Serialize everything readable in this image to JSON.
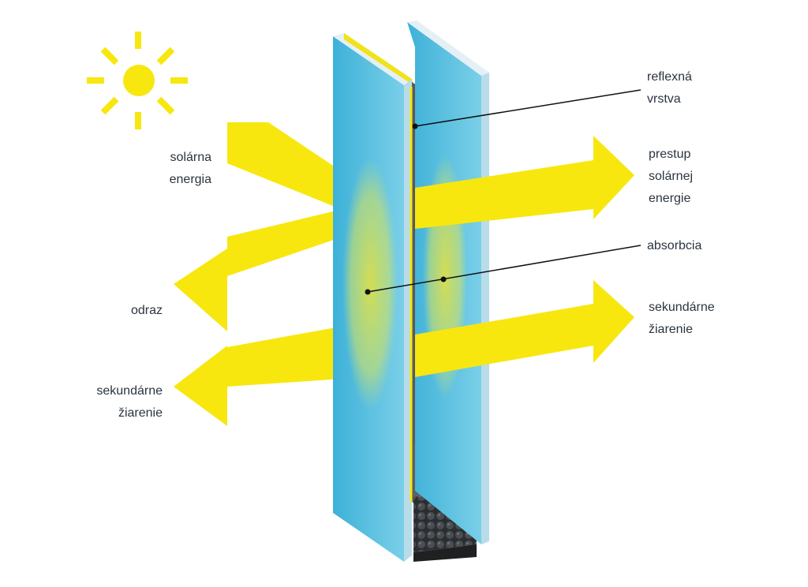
{
  "colors": {
    "arrow": "#F7E70F",
    "sun": "#F7E70F",
    "glass": "#5FC2DF",
    "glass_edge": "#CDE7F1",
    "spacer": "#555A5E",
    "text": "#2B3440",
    "pointer": "#111111"
  },
  "icons": {
    "sun": "sun-icon"
  },
  "labels": {
    "solar_energy": [
      "solárna",
      "energia"
    ],
    "reflection": [
      "odraz"
    ],
    "secondary_left": [
      "sekundárne",
      "žiarenie"
    ],
    "reflective_layer": [
      "reflexná",
      "vrstva"
    ],
    "solar_transmission": [
      "prestup",
      "solárnej",
      "energie"
    ],
    "absorption": [
      "absorbcia"
    ],
    "secondary_right": [
      "sekundárne",
      "žiarenie"
    ]
  }
}
